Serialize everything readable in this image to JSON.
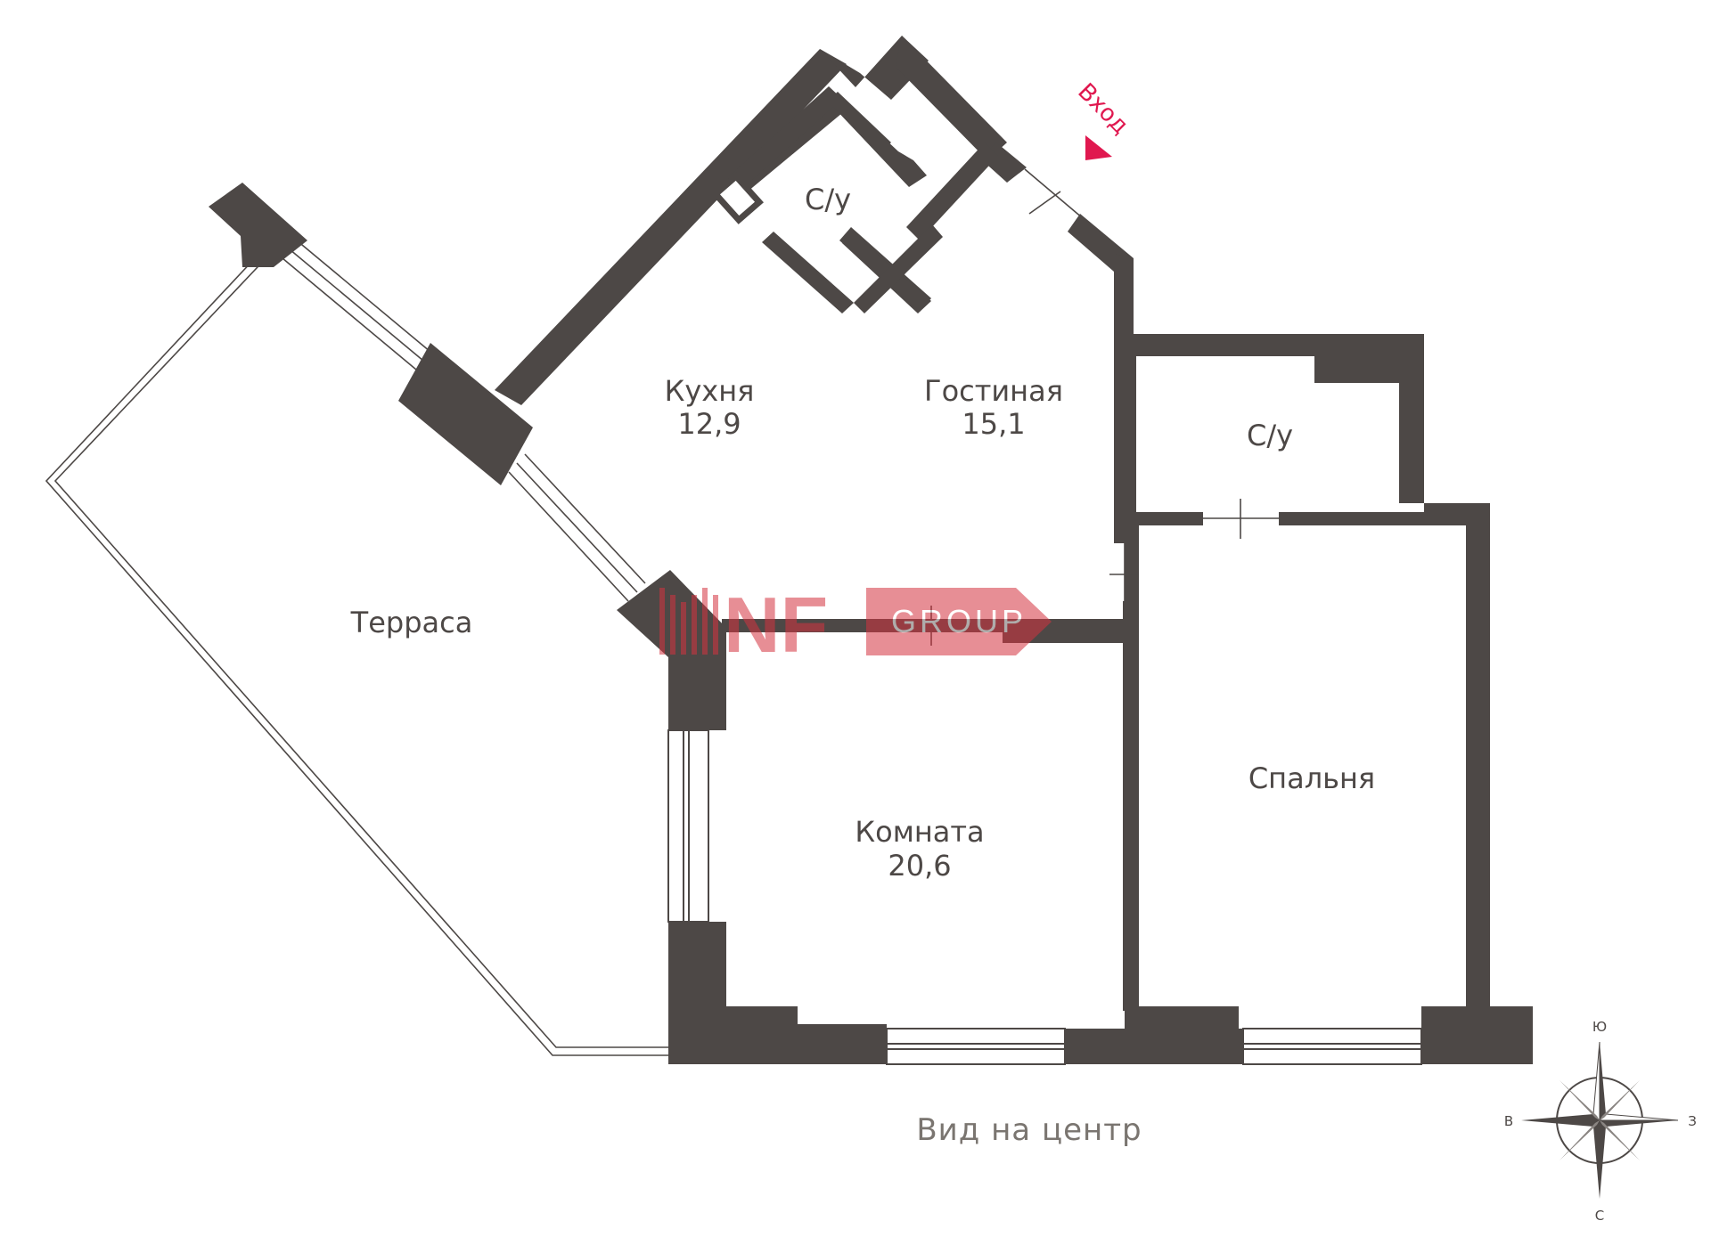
{
  "rooms": {
    "terrace": {
      "name": "Терраса"
    },
    "kitchen": {
      "name": "Кухня",
      "area": "12,9"
    },
    "living": {
      "name": "Гостиная",
      "area": "15,1"
    },
    "wc_top": {
      "name": "С/у"
    },
    "wc_right": {
      "name": "С/у"
    },
    "room": {
      "name": "Комната",
      "area": "20,6"
    },
    "bedroom": {
      "name": "Спальня"
    }
  },
  "entry": {
    "label": "Вход"
  },
  "view": {
    "label": "Вид на центр"
  },
  "compass": {
    "north": "С",
    "south": "Ю",
    "east": "З",
    "west": "В"
  },
  "watermark": {
    "brand": "NF",
    "group": "GROUP",
    "color": "#d4333f"
  },
  "colors": {
    "wall": "#4d4846",
    "accent": "#e0184f",
    "background": "#ffffff"
  }
}
